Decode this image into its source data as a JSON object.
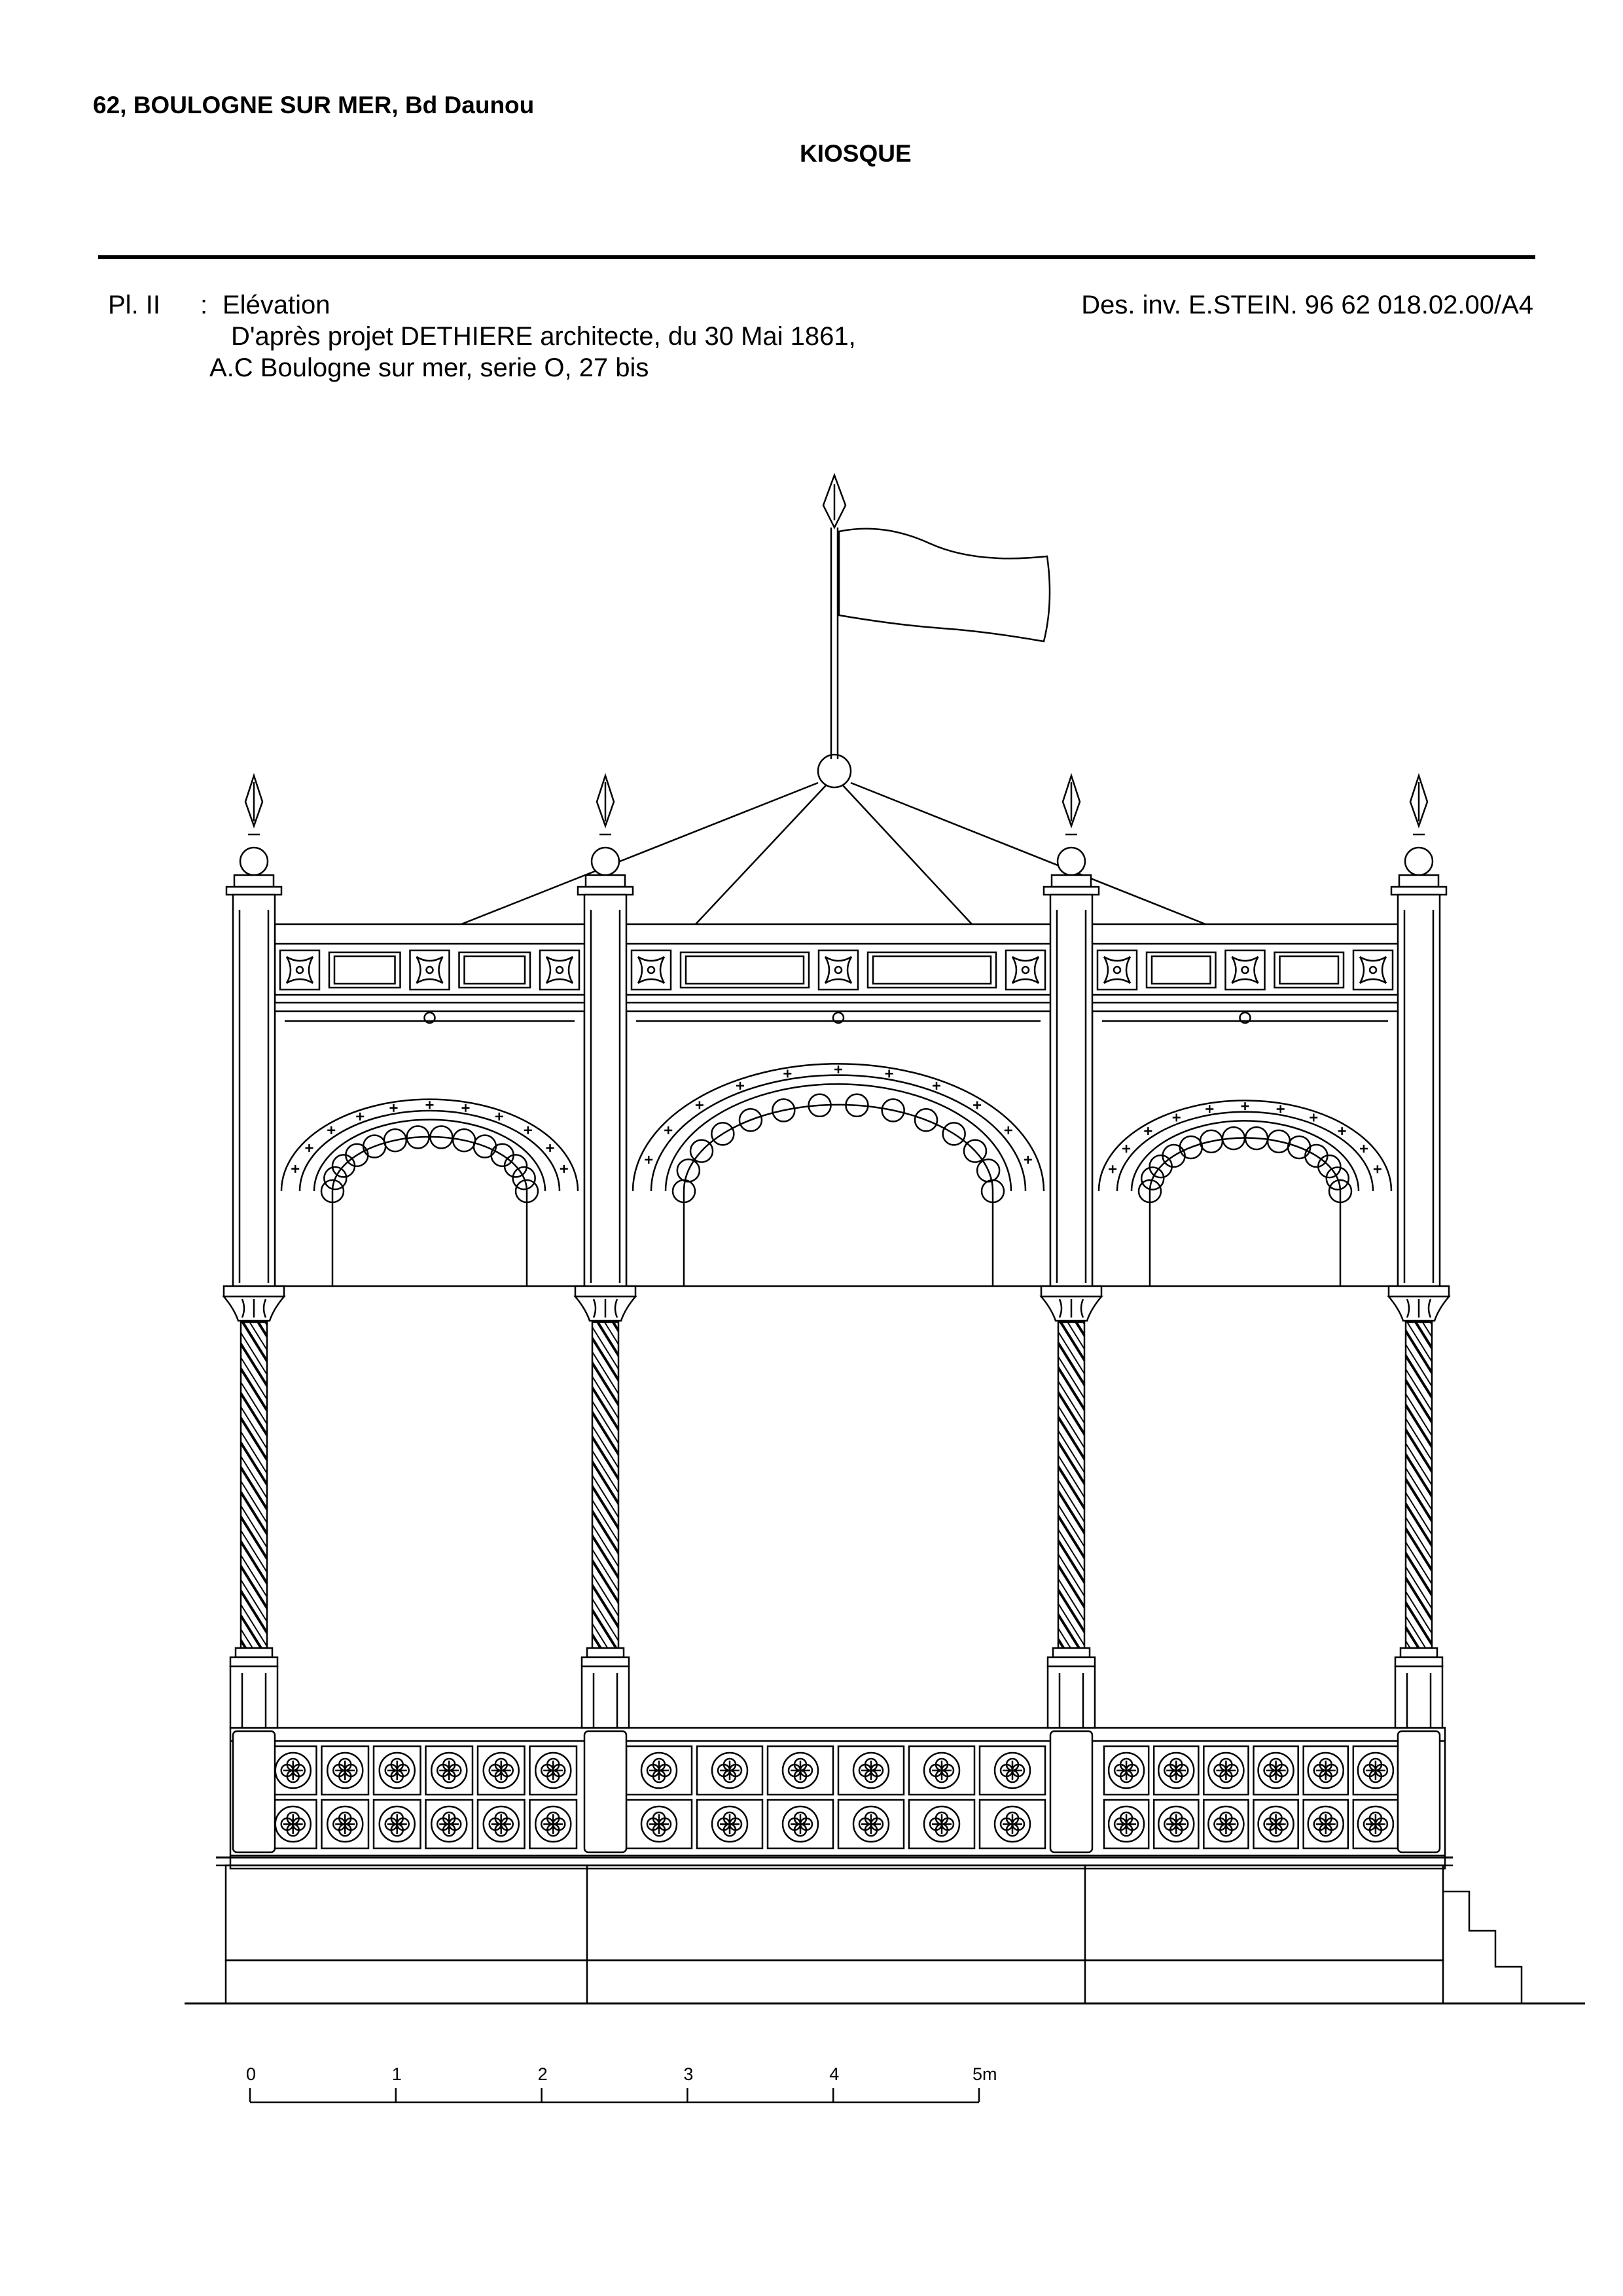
{
  "header": {
    "location": "62, BOULOGNE SUR MER,  Bd Daunou",
    "title": "KIOSQUE"
  },
  "caption": {
    "plate": "Pl. II",
    "separator": ":",
    "view": "Elévation",
    "source_line1": "D'après projet DETHIERE architecte, du 30 Mai 1861,",
    "source_line2": "A.C Boulogne sur mer, serie O, 27 bis",
    "reference": "Des. inv.  E.STEIN.  96 62 018.02.00/A4"
  },
  "scale": {
    "labels": [
      "0",
      "1",
      "2",
      "3",
      "4",
      "5m"
    ]
  }
}
